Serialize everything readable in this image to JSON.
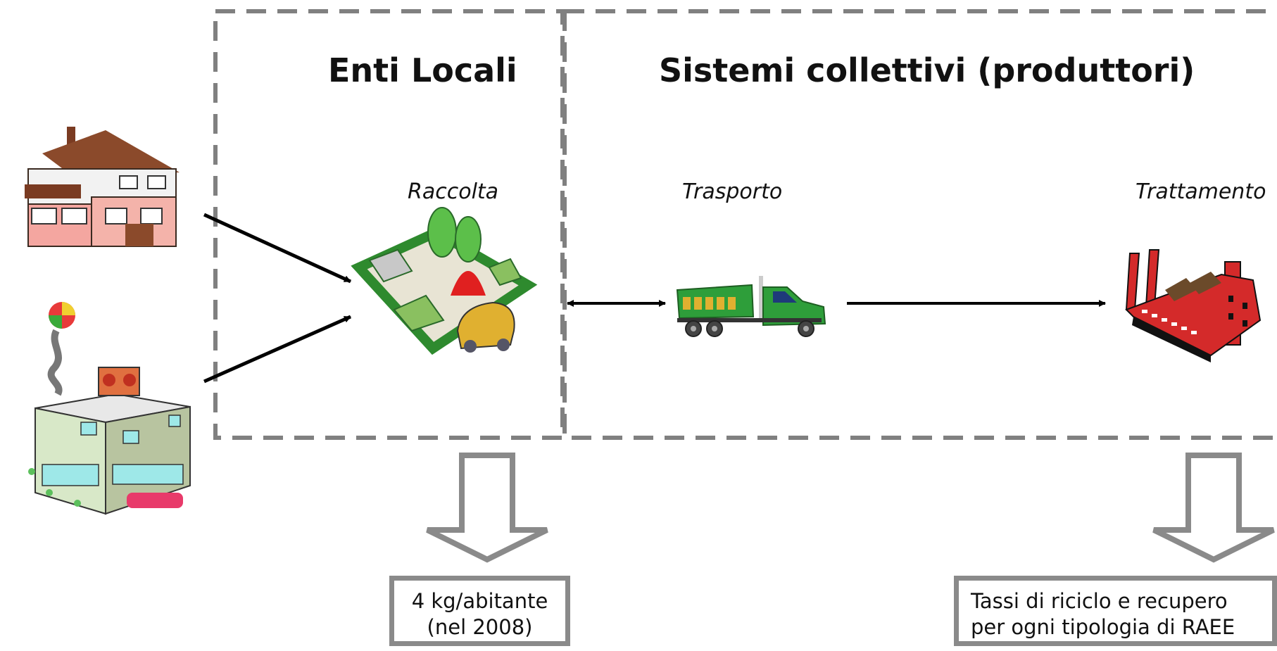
{
  "sections": {
    "local": {
      "title": "Enti Locali"
    },
    "collective": {
      "title": "Sistemi collettivi (produttori)"
    }
  },
  "steps": {
    "collection": "Raccolta",
    "transport": "Trasporto",
    "treatment": "Trattamento"
  },
  "outcomes": {
    "local": {
      "line1": "4 kg/abitante",
      "line2": "(nel 2008)"
    },
    "collective": {
      "line1": "Tassi di riciclo e recupero",
      "line2": "per ogni tipologia di RAEE"
    }
  },
  "icons": [
    "house-icon",
    "shop-building-icon",
    "collection-center-icon",
    "truck-icon",
    "factory-icon"
  ],
  "colors": {
    "dashed_border": "#808080",
    "arrow": "#000000",
    "outcome_arrow": "#8a8a8a"
  }
}
